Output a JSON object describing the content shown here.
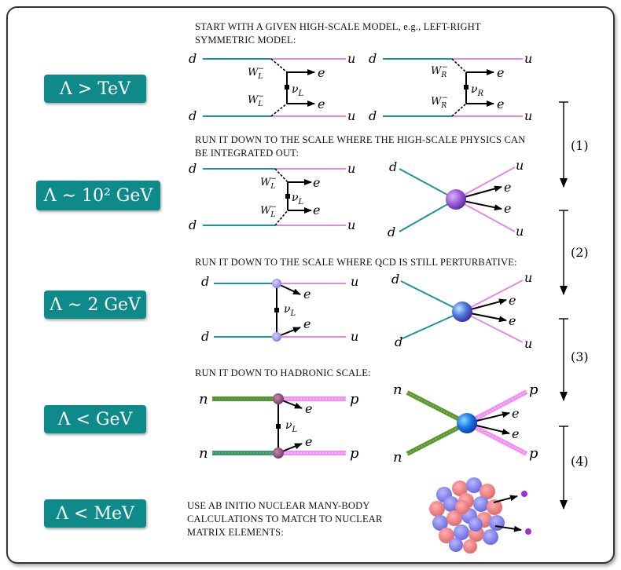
{
  "scales": [
    {
      "label": "Λ > TeV"
    },
    {
      "label": "Λ ∼ 10² GeV"
    },
    {
      "label": "Λ ∼ 2 GeV"
    },
    {
      "label": "Λ < GeV"
    },
    {
      "label": "Λ < MeV"
    }
  ],
  "steps": {
    "step1_line1": "START WITH A GIVEN HIGH-SCALE MODEL, e.g., LEFT-RIGHT",
    "step1_line2": "SYMMETRIC MODEL:",
    "step2_line1": "RUN IT DOWN TO THE SCALE WHERE THE HIGH-SCALE PHYSICS CAN",
    "step2_line2": "BE INTEGRATED OUT:",
    "step3_line1": "RUN IT DOWN TO THE SCALE WHERE QCD IS STILL PERTURBATIVE:",
    "step4_line1": "RUN IT DOWN TO HADRONIC SCALE:",
    "step5_line1": "USE AB INITIO NUCLEAR MANY-BODY",
    "step5_line2": "CALCULATIONS TO MATCH TO NUCLEAR",
    "step5_line3": "MATRIX ELEMENTS:"
  },
  "arrows": [
    {
      "label": "(1)"
    },
    {
      "label": "(2)"
    },
    {
      "label": "(3)"
    },
    {
      "label": "(4)"
    }
  ],
  "particles": {
    "d": "d",
    "u": "u",
    "e": "e",
    "n": "n",
    "p": "p",
    "W_L": "W",
    "W_L_sub": "L",
    "W_sup": "−",
    "W_R": "W",
    "W_R_sub": "R",
    "nu": "ν",
    "nu_L_sub": "L",
    "nu_R_sub": "R"
  },
  "colors": {
    "scale_box": "#0f8a8a",
    "quark_d": "#1a9696",
    "quark_u": "#e08ae8",
    "hadron_n": "#4d8a1e",
    "hadron_p": "#f07cf0",
    "nucleon_red": "#f27a7a",
    "nucleon_blue": "#7a7aee",
    "lepton_dot": "#9b30d9"
  }
}
